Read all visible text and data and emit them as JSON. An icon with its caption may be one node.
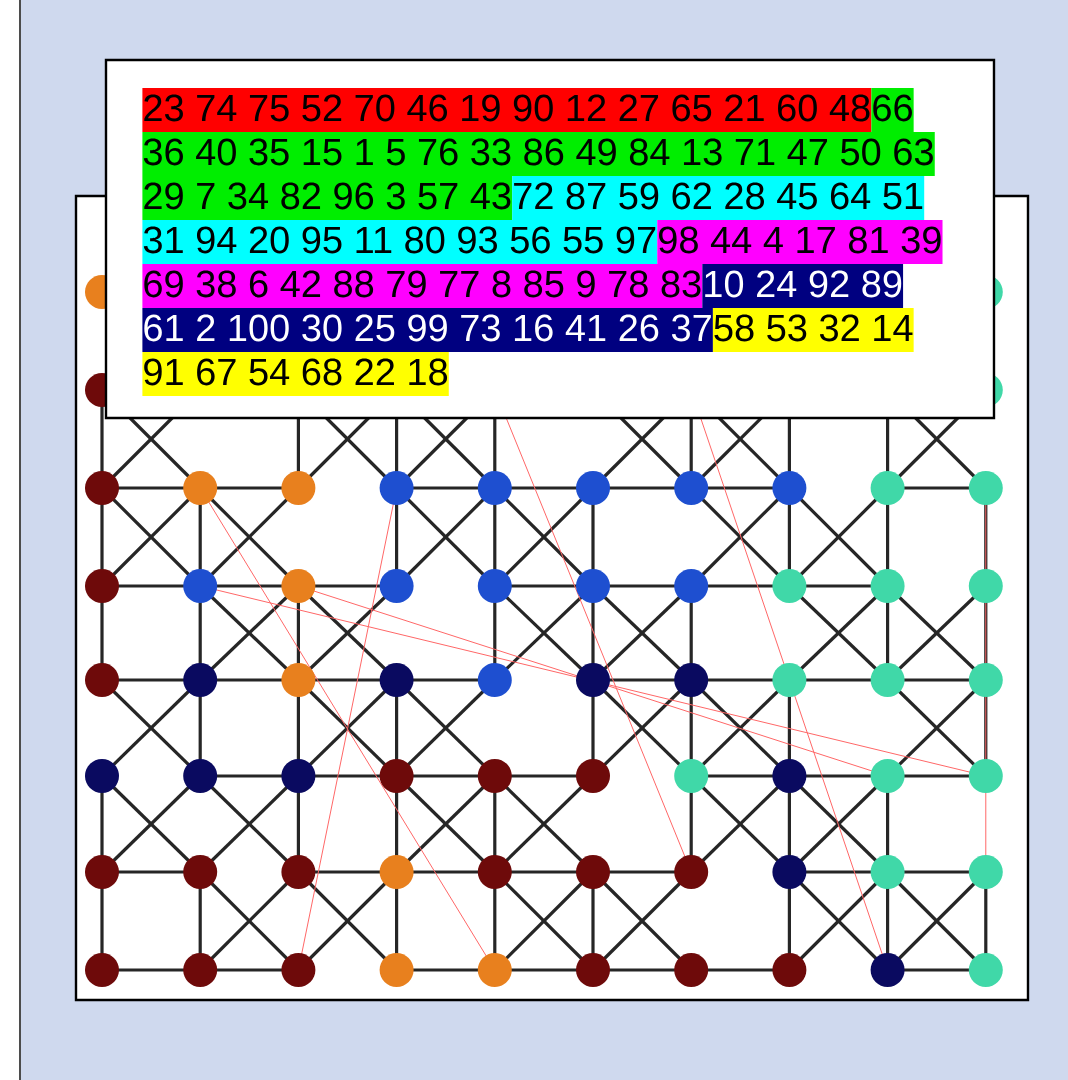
{
  "diagram": {
    "labels": [
      "23 74 75 52 70 46 19 90 12 27 65 21 60 48",
      "66",
      "36 40 35 15 1 5 76 33 86 49 84 13 71 47 50 63",
      "29 7 34 82 96 3 57 43",
      "72 87 59 62 28 45 64 51",
      "31 94 20 95 11 80 93 56 55 97",
      "98 44 4 17 81 39",
      "69 38 6 42 88 79 77 8 85 9 78 83",
      "10 24 92 89",
      "61 2 100 30 25 99 73 16 41 26 37",
      "58 53 32 14",
      "91 67 54 68 22 18"
    ]
  }
}
